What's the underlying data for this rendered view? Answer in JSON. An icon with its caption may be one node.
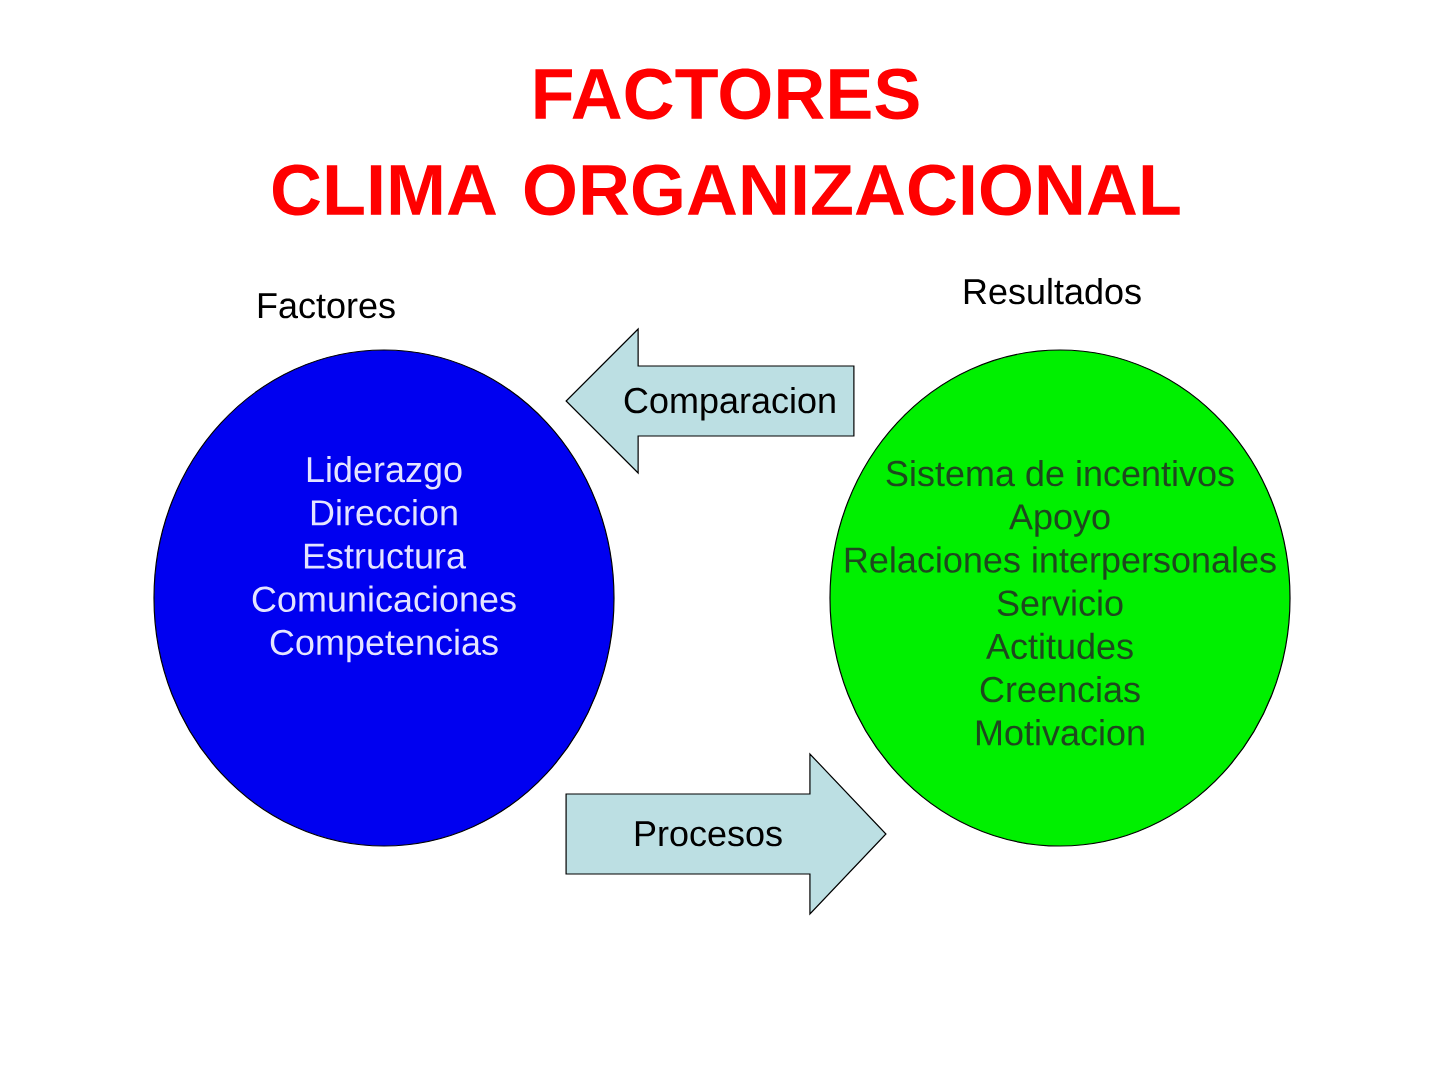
{
  "diagram": {
    "title": "FACTORES CLIMA ORGANIZACIONAL",
    "nodes": [
      {
        "text": [
          "Factores",
          "Liderazgo",
          "Direccion",
          "Estructura",
          "Comunicaciones",
          "Competencias"
        ]
      },
      {
        "text": [
          "Resultados",
          "Sistema de incentivos",
          "Apoyo",
          "Relaciones interpersonales",
          "Servicio",
          "Actitudes",
          "Creencias",
          "Motivacion"
        ]
      }
    ],
    "edges": [
      {
        "from": 1,
        "to": 0,
        "arrow": "to",
        "label": "Comparacion"
      },
      {
        "from": 0,
        "to": 1,
        "arrow": "to",
        "label": "Procesos"
      }
    ]
  }
}
